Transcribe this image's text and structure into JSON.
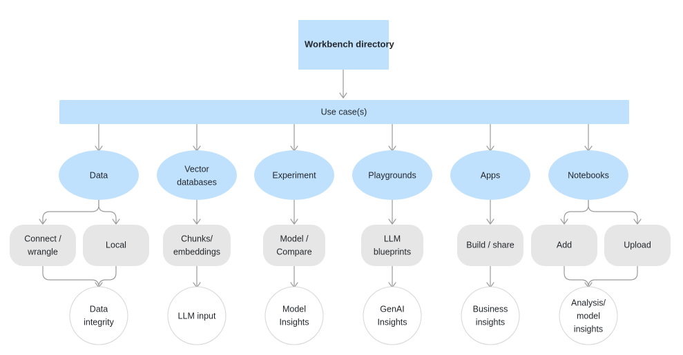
{
  "diagram": {
    "title_node": {
      "label": "Workbench directory",
      "shape": "rectangle",
      "fill": "#bfe1fd"
    },
    "band": {
      "label": "Use case(s)",
      "shape": "rectangle",
      "fill": "#bfe1fd"
    },
    "colors": {
      "blue_fill": "#bfe1fd",
      "gray_fill": "#e6e6e6",
      "circle_stroke": "#d8d8d8",
      "connector": "#9a9a9a",
      "text": "#23272b",
      "background": "#ffffff"
    },
    "columns": [
      {
        "category": "Data",
        "children": [
          "Connect / wrangle",
          "Local"
        ],
        "outcome": "Data integrity"
      },
      {
        "category": "Vector databases",
        "children": [
          "Chunks/ embeddings"
        ],
        "outcome": "LLM input"
      },
      {
        "category": "Experiment",
        "children": [
          "Model / Compare"
        ],
        "outcome": "Model Insights"
      },
      {
        "category": "Playgrounds",
        "children": [
          "LLM blueprints"
        ],
        "outcome": "GenAI Insights"
      },
      {
        "category": "Apps",
        "children": [
          "Build / share"
        ],
        "outcome": "Business insights"
      },
      {
        "category": "Notebooks",
        "children": [
          "Add",
          "Upload"
        ],
        "outcome": "Analysis/ model insights"
      }
    ],
    "labels": {
      "ellipse_data": "Data",
      "ellipse_vector_line1": "Vector",
      "ellipse_vector_line2": "databases",
      "ellipse_experiment": "Experiment",
      "ellipse_playgrounds": "Playgrounds",
      "ellipse_apps": "Apps",
      "ellipse_notebooks": "Notebooks",
      "box_connect_line1": "Connect /",
      "box_connect_line2": "wrangle",
      "box_local": "Local",
      "box_chunks_line1": "Chunks/",
      "box_chunks_line2": "embeddings",
      "box_model_line1": "Model /",
      "box_model_line2": "Compare",
      "box_llm_line1": "LLM",
      "box_llm_line2": "blueprints",
      "box_build": "Build / share",
      "box_add": "Add",
      "box_upload": "Upload",
      "circle_data_line1": "Data",
      "circle_data_line2": "integrity",
      "circle_llm_input": "LLM input",
      "circle_model_line1": "Model",
      "circle_model_line2": "Insights",
      "circle_genai_line1": "GenAI",
      "circle_genai_line2": "Insights",
      "circle_business_line1": "Business",
      "circle_business_line2": "insights",
      "circle_analysis_line1": "Analysis/",
      "circle_analysis_line2": "model",
      "circle_analysis_line3": "insights"
    }
  }
}
